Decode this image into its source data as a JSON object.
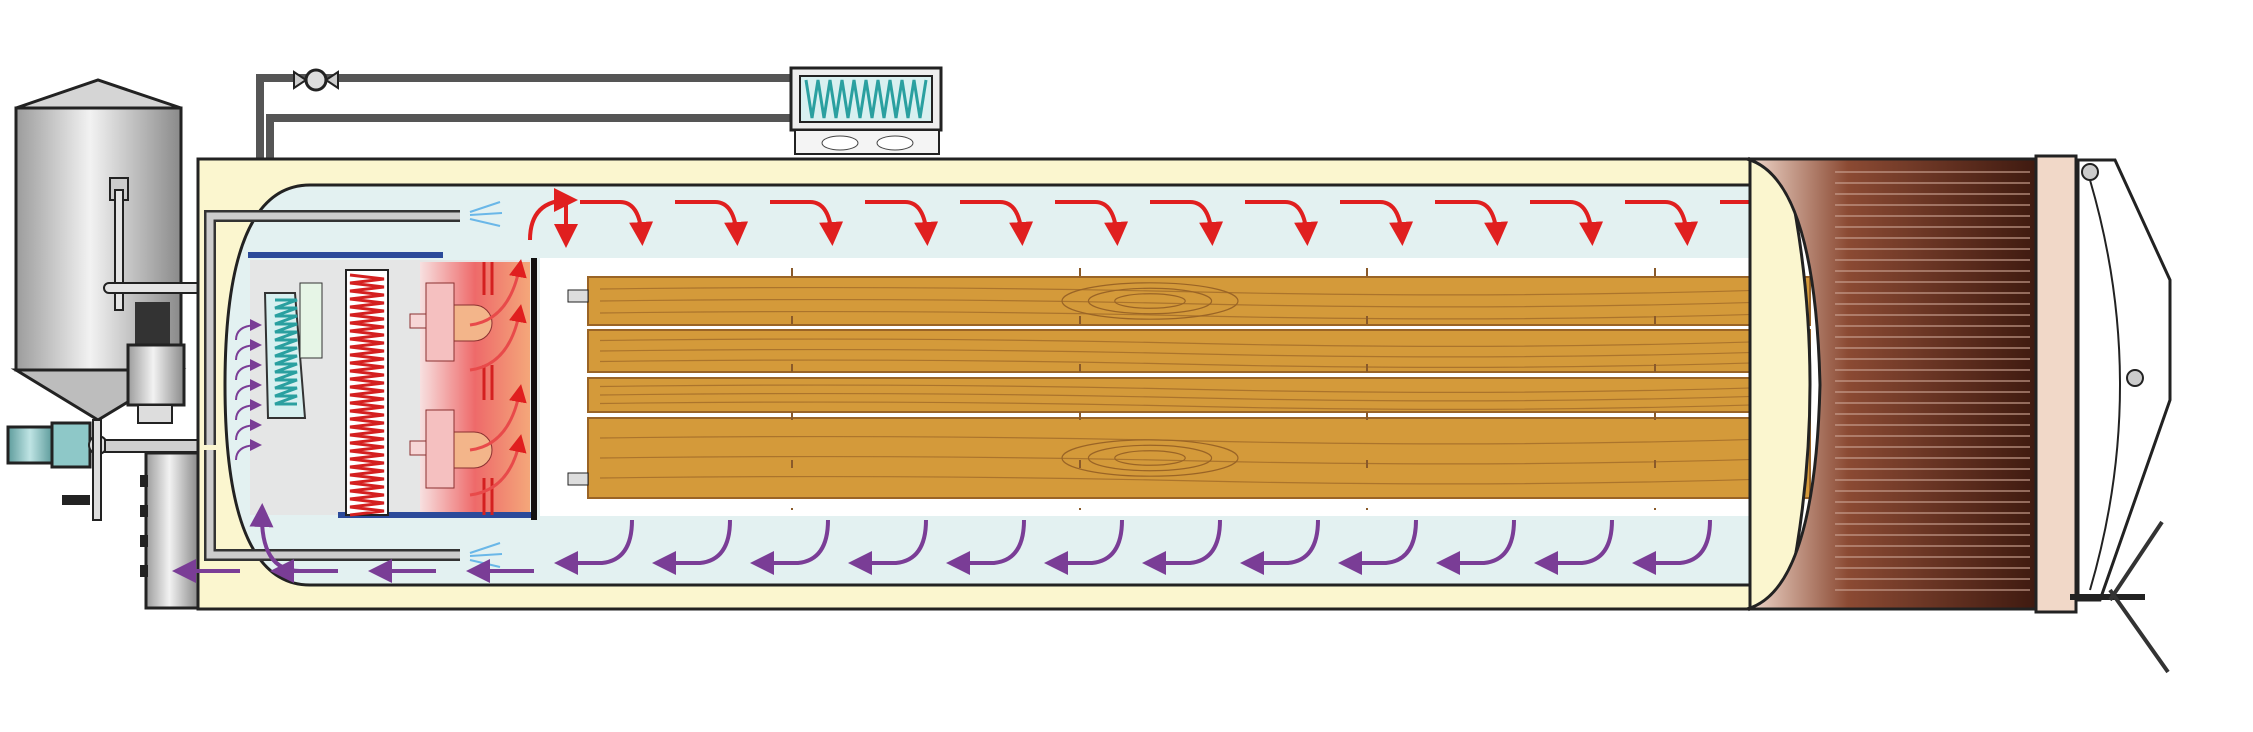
{
  "diagram": {
    "subject": "timber-drying-kiln",
    "hot_air_arrow_count": 14,
    "return_air_arrow_count": 16,
    "board_count": 4
  },
  "colors": {
    "shell": "#fbf6cf",
    "chamber": "#e3f1f1",
    "wood": "#d49a3a",
    "wood_grain": "#9a6426",
    "hot_air": "#e01f1f",
    "return_air": "#7a3d96",
    "door": "#5a2a1a",
    "steel": "#c9c9c9",
    "baffle": "#2b4a9a",
    "coil_cool": "#3ab5b5"
  }
}
